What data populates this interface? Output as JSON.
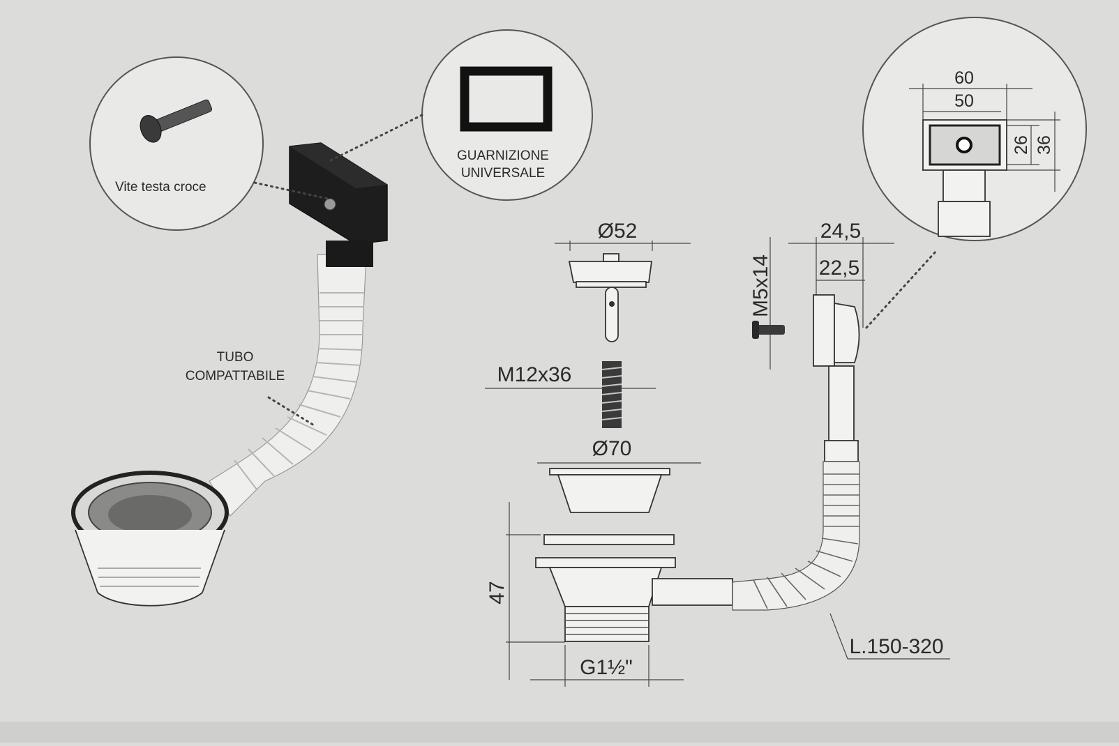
{
  "callouts": {
    "screw": "Vite testa croce",
    "gasket_line1": "GUARNIZIONE",
    "gasket_line2": "UNIVERSALE",
    "hose_line1": "TUBO",
    "hose_line2": "COMPATTABILE"
  },
  "dimensions": {
    "strainer_diameter": "Ø52",
    "bolt": "M12x36",
    "flange_diameter": "Ø70",
    "body_height": "47",
    "thread": "G1½\"",
    "overflow_screw": "M5x14",
    "overflow_depth_outer": "24,5",
    "overflow_depth_inner": "22,5",
    "hose_length": "L.150-320",
    "overflow_width_outer": "60",
    "overflow_width_inner": "50",
    "overflow_height_inner": "26",
    "overflow_height_outer": "36"
  },
  "colors": {
    "background": "#dcdcda",
    "line": "#333333",
    "part_fill": "#f2f2f0",
    "dark_part": "#1d1d1d"
  }
}
